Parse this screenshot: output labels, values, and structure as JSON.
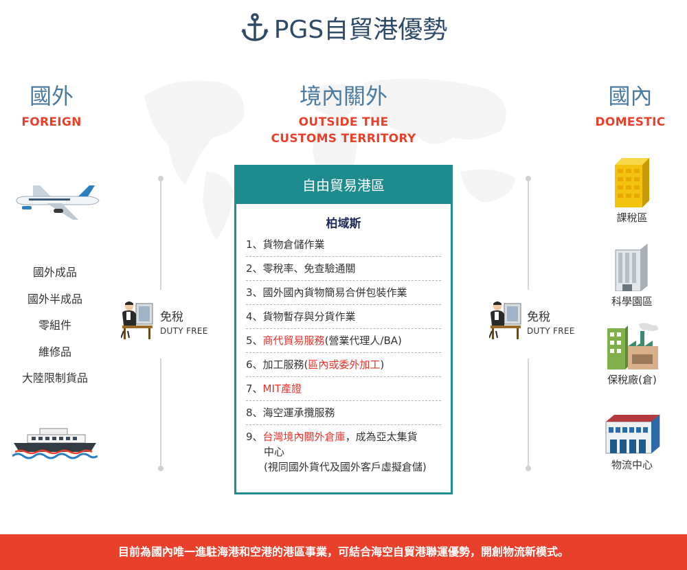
{
  "title": "PGS自貿港優勢",
  "columns": {
    "foreign": {
      "zh": "國外",
      "en": "FOREIGN"
    },
    "outside": {
      "zh": "境內關外",
      "en_line1": "OUTSIDE THE",
      "en_line2": "CUSTOMS TERRITORY"
    },
    "domestic": {
      "zh": "國內",
      "en": "DOMESTIC"
    }
  },
  "foreign_goods": [
    "國外成品",
    "國外半成品",
    "零組件",
    "維修品",
    "大陸限制貨品"
  ],
  "duty_free": {
    "zh": "免稅",
    "en": "DUTY FREE"
  },
  "panel": {
    "header": "自由貿易港區",
    "subtitle": "柏域斯",
    "items": {
      "i1": "1、貨物倉儲作業",
      "i2": "2、零稅率、免查驗通關",
      "i3": "3、國外國內貨物簡易合併包裝作業",
      "i4": "4、貨物暫存與分貨作業",
      "i5_num": "5、",
      "i5_red": "商代貿易服務",
      "i5_rest": "(營業代理人/BA)",
      "i6_pre": "6、加工服務(",
      "i6_red": "區內或委外加工",
      "i6_post": ")",
      "i7_num": "7、",
      "i7_red": "MIT產證",
      "i8": "8、海空運承攬服務",
      "i9_num": "9、",
      "i9_red": "台灣境內關外倉庫",
      "i9_rest": "，成為亞太集貨",
      "i9_line2": "中心",
      "i9_line3": "(視同國外貨代及國外客戶虛擬倉儲)"
    }
  },
  "domestic_places": [
    "課稅區",
    "科學園區",
    "保稅廠(倉)",
    "物流中心"
  ],
  "banner": "目前為國內唯一進駐海港和空港的港區事業，可結合海空自貿港聯運優勢，開創物流新模式。",
  "colors": {
    "teal": "#1e8c8f",
    "red": "#e8402a",
    "navy": "#2f4a66"
  }
}
